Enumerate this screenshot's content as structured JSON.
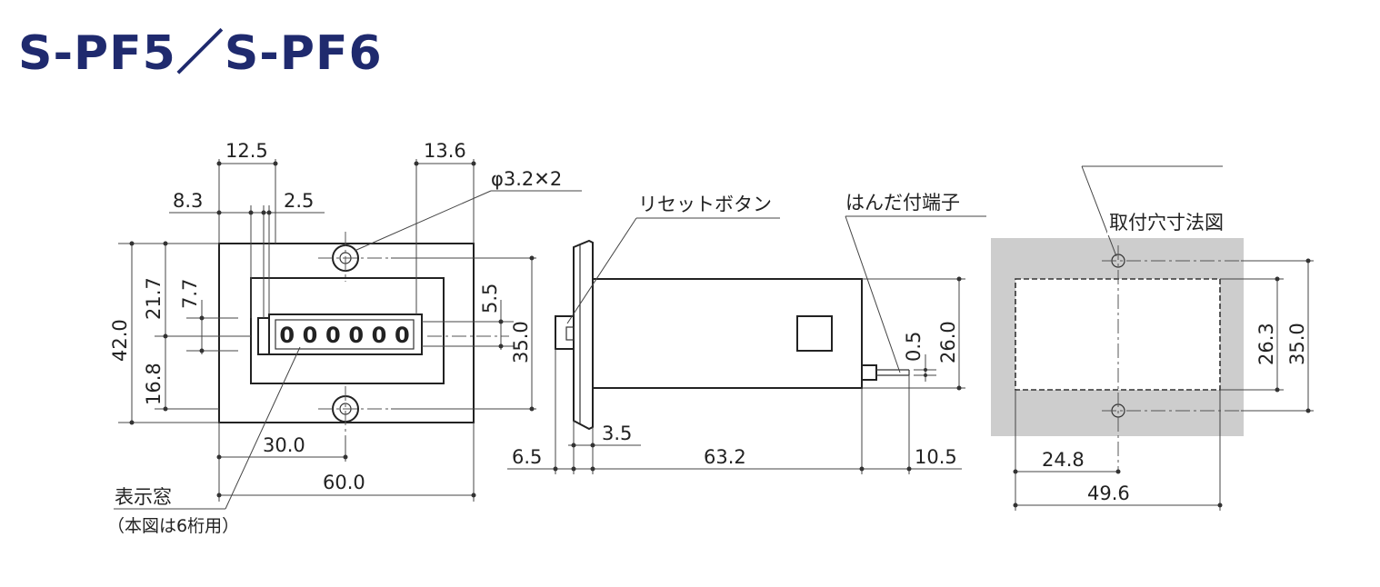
{
  "title": "S-PF5／S-PF6",
  "front_view": {
    "dim_12_5": "12.5",
    "dim_13_6": "13.6",
    "dim_8_3": "8.3",
    "dim_2_5": "2.5",
    "hole_spec": "φ3.2✕2",
    "dim_42_0": "42.0",
    "dim_21_7": "21.7",
    "dim_7_7": "7.7",
    "dim_16_8": "16.8",
    "dim_5_5": "5.5",
    "dim_35_0": "35.0",
    "dim_30_0": "30.0",
    "dim_60_0": "60.0",
    "counter_digits": "000000",
    "display_window_label": "表示窓",
    "display_window_note": "（本図は6桁用）"
  },
  "side_view": {
    "reset_button_label": "リセットボタン",
    "solder_terminal_label": "はんだ付端子",
    "dim_6_5": "6.5",
    "dim_3_5": "3.5",
    "dim_63_2": "63.2",
    "dim_10_5": "10.5",
    "dim_26_0": "26.0",
    "dim_0_5": "0.5"
  },
  "cutout": {
    "label": "取付穴寸法図",
    "dim_26_3": "26.3",
    "dim_35_0": "35.0",
    "dim_24_8": "24.8",
    "dim_49_6": "49.6",
    "panel_color": "#cdcdcd"
  }
}
